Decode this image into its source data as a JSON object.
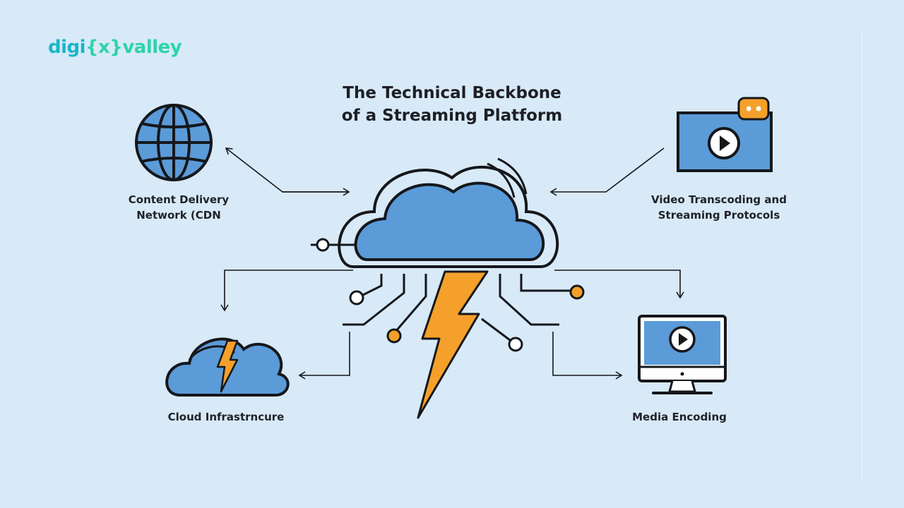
{
  "brand": {
    "logo_left": "digi",
    "logo_mid": "{x}",
    "logo_right": "valley"
  },
  "title": {
    "line1": "The Technical Backbone",
    "line2": "of a Streaming Platform"
  },
  "nodes": {
    "cdn": {
      "line1": "Content Delivery",
      "line2": "Network (CDN"
    },
    "transcoding": {
      "line1": "Video Transcoding and",
      "line2": "Streaming Protocols"
    },
    "cloud_infra": {
      "label": "Cloud Infrastrncure"
    },
    "media_encoding": {
      "label": "Media Encoding"
    }
  },
  "colors": {
    "blue": "#5b9bd8",
    "stroke": "#15171b",
    "orange": "#f5a02a",
    "background": "#d8e9f8"
  }
}
